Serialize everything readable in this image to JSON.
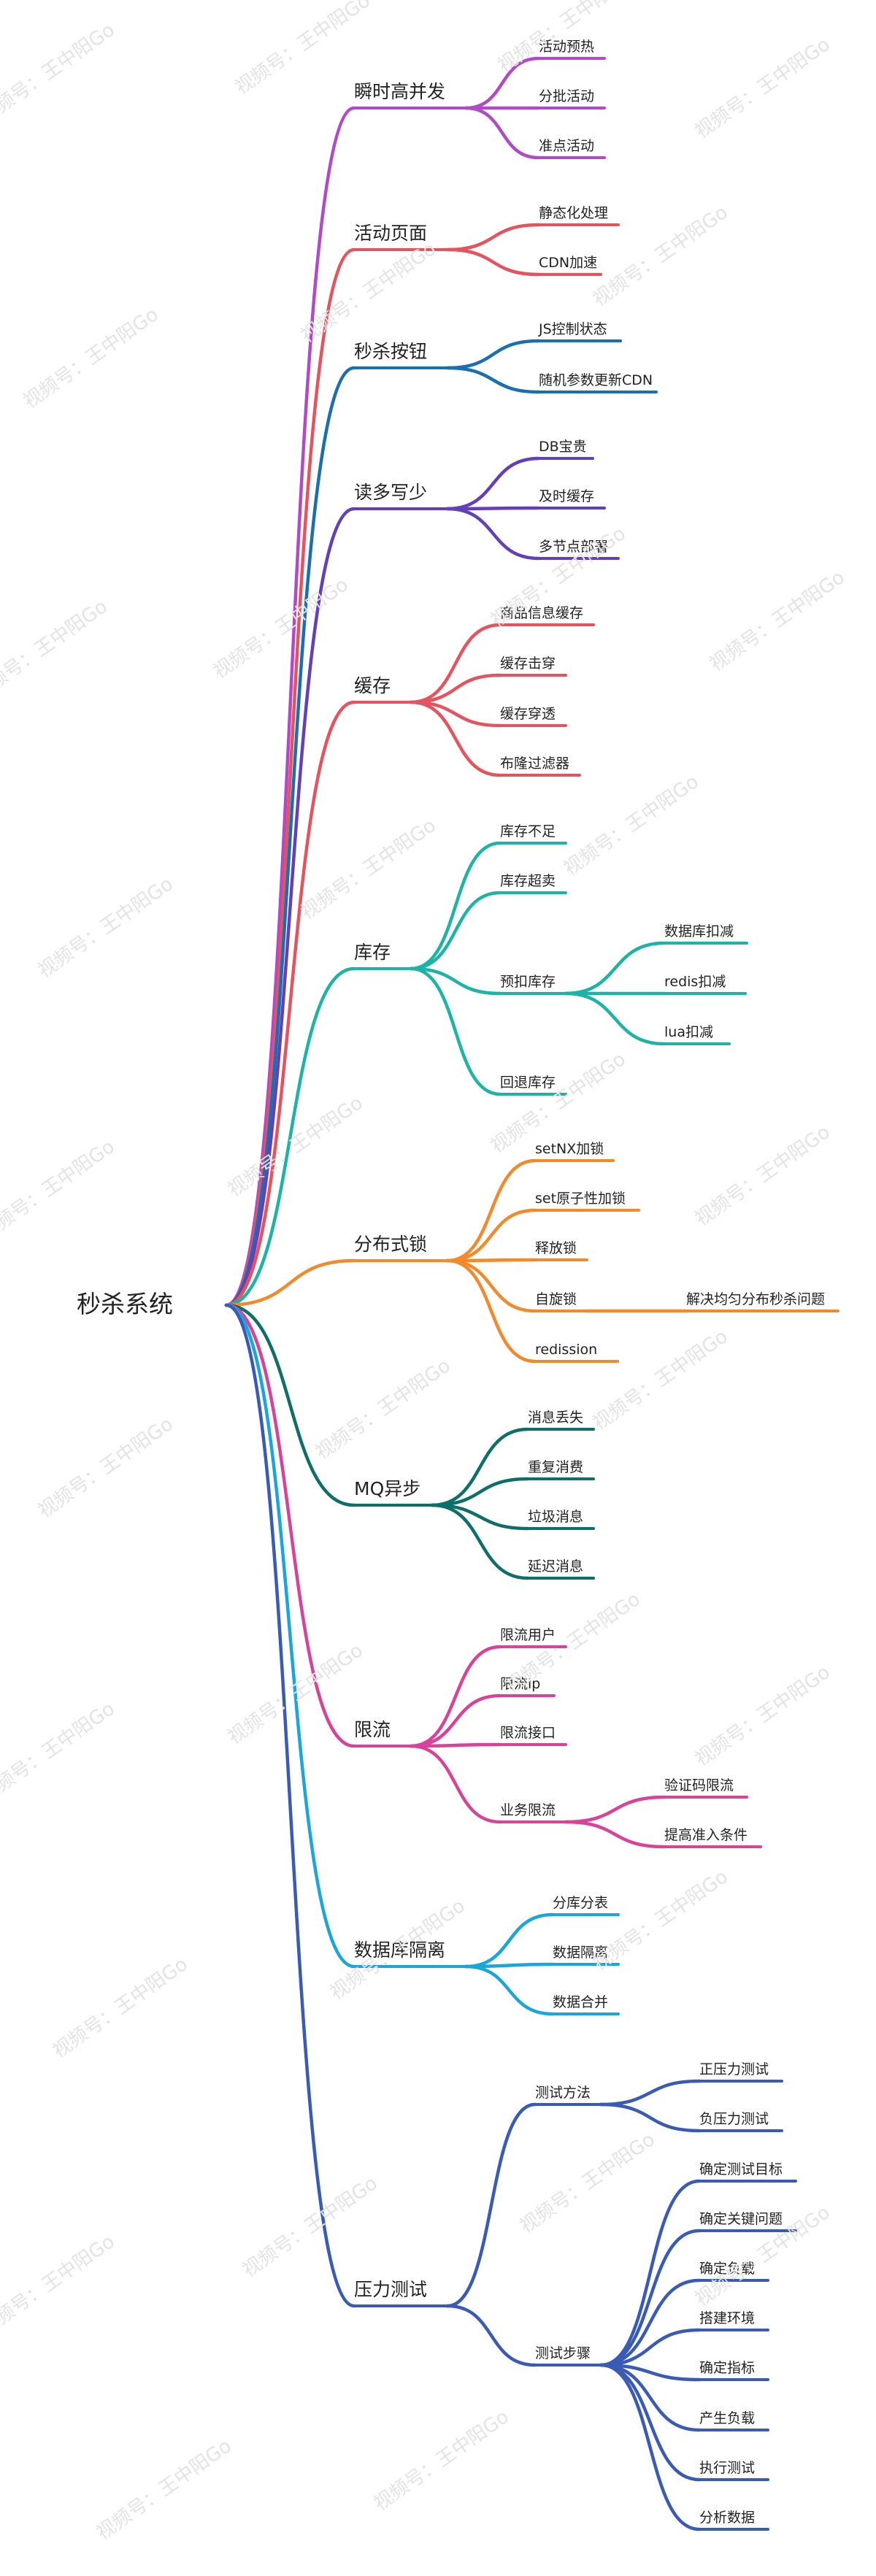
{
  "root": "秒杀系统",
  "watermark": "视频号：王中阳Go",
  "branches": [
    {
      "label": "瞬时高并发",
      "color": "#b04ac6",
      "children": [
        {
          "label": "活动预热"
        },
        {
          "label": "分批活动"
        },
        {
          "label": "准点活动"
        }
      ]
    },
    {
      "label": "活动页面",
      "color": "#e5535e",
      "children": [
        {
          "label": "静态化处理"
        },
        {
          "label": "CDN加速"
        }
      ]
    },
    {
      "label": "秒杀按钮",
      "color": "#1b6fb1",
      "children": [
        {
          "label": "JS控制状态"
        },
        {
          "label": "随机参数更新CDN"
        }
      ]
    },
    {
      "label": "读多写少",
      "color": "#6340b8",
      "children": [
        {
          "label": "DB宝贵"
        },
        {
          "label": "及时缓存"
        },
        {
          "label": "多节点部署"
        }
      ]
    },
    {
      "label": "缓存",
      "color": "#e5535e",
      "children": [
        {
          "label": "商品信息缓存"
        },
        {
          "label": "缓存击穿"
        },
        {
          "label": "缓存穿透"
        },
        {
          "label": "布隆过滤器"
        }
      ]
    },
    {
      "label": "库存",
      "color": "#1db3a6",
      "children": [
        {
          "label": "库存不足"
        },
        {
          "label": "库存超卖"
        },
        {
          "label": "预扣库存",
          "children": [
            {
              "label": "数据库扣减"
            },
            {
              "label": "redis扣减"
            },
            {
              "label": "lua扣减"
            }
          ]
        },
        {
          "label": "回退库存"
        }
      ]
    },
    {
      "label": "分布式锁",
      "color": "#f28a2c",
      "children": [
        {
          "label": "setNX加锁"
        },
        {
          "label": "set原子性加锁"
        },
        {
          "label": "释放锁"
        },
        {
          "label": "自旋锁",
          "children": [
            {
              "label": "解决均匀分布秒杀问题"
            }
          ]
        },
        {
          "label": "redission"
        }
      ]
    },
    {
      "label": "MQ异步",
      "color": "#0e6e6a",
      "children": [
        {
          "label": "消息丢失"
        },
        {
          "label": "重复消费"
        },
        {
          "label": "垃圾消息"
        },
        {
          "label": "延迟消息"
        }
      ]
    },
    {
      "label": "限流",
      "color": "#d8439a",
      "children": [
        {
          "label": "限流用户"
        },
        {
          "label": "限流ip"
        },
        {
          "label": "限流接口"
        },
        {
          "label": "业务限流",
          "children": [
            {
              "label": "验证码限流"
            },
            {
              "label": "提高准入条件"
            }
          ]
        }
      ]
    },
    {
      "label": "数据库隔离",
      "color": "#1aa5dc",
      "children": [
        {
          "label": "分库分表"
        },
        {
          "label": "数据隔离"
        },
        {
          "label": "数据合并"
        }
      ]
    },
    {
      "label": "压力测试",
      "color": "#3a5bb5",
      "children": [
        {
          "label": "测试方法",
          "children": [
            {
              "label": "正压力测试"
            },
            {
              "label": "负压力测试"
            }
          ]
        },
        {
          "label": "测试步骤",
          "children": [
            {
              "label": "确定测试目标"
            },
            {
              "label": "确定关键问题"
            },
            {
              "label": "确定负载"
            },
            {
              "label": "搭建环境"
            },
            {
              "label": "确定指标"
            },
            {
              "label": "产生负载"
            },
            {
              "label": "执行测试"
            },
            {
              "label": "分析数据"
            }
          ]
        }
      ]
    }
  ]
}
